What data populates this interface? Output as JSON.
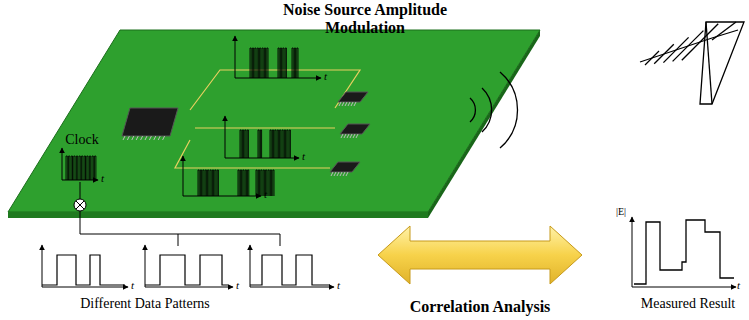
{
  "diagram": {
    "title": "Noise Source Amplitude Modulation",
    "labels": [
      "Clock",
      "t",
      "t",
      "t",
      "t",
      "Different Data Patterns",
      "t",
      "t",
      "t",
      "Correlation Analysis",
      "|E|",
      "t",
      "Measured Result"
    ]
  }
}
